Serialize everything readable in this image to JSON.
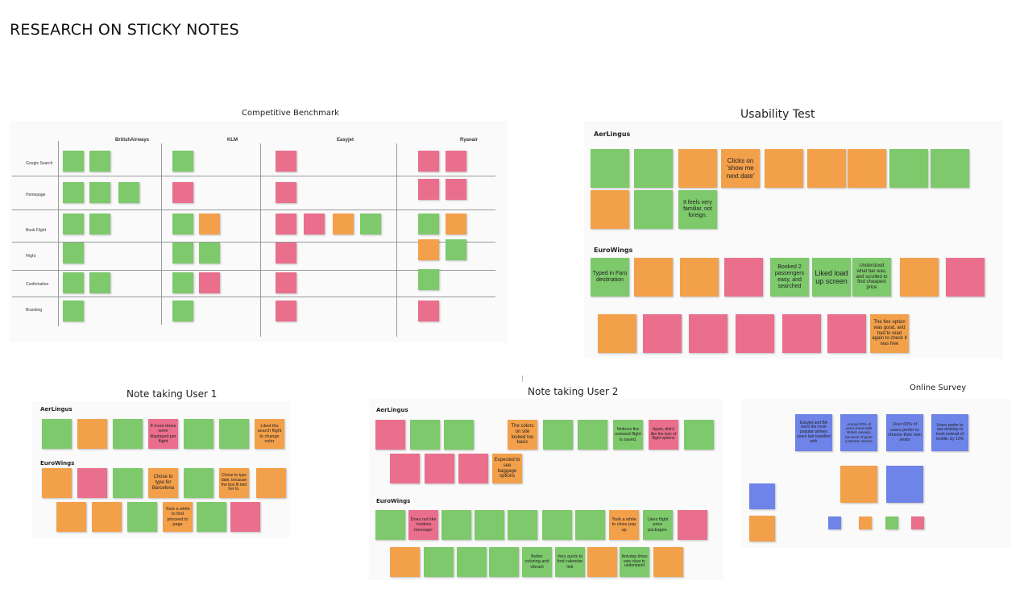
{
  "page_title": "RESEARCH ON STICKY NOTES",
  "benchmark": {
    "title": "Competitive Benchmark",
    "columns": [
      "BritishAirways",
      "KLM",
      "Easyjet",
      "Ryanair"
    ],
    "rows": [
      "Google Search",
      "Homepage",
      "Book Flight",
      "Flight",
      "Confirmation",
      "Branding"
    ]
  },
  "usability": {
    "title": "Usability Test",
    "groups": {
      "aer": "AerLingus",
      "euro": "EuroWings"
    },
    "notes": {
      "a1": "Clicks on 'show me next date'",
      "a2": "It feels very familiar, not foreign.",
      "e1": "Typed in Faro destination",
      "e2": "Booked 2 passengers easy, and searched",
      "e3": "Liked load up screen",
      "e4": "Understood what bar was, and scrolled to find cheapest price",
      "e5": "The flex option was good, and had to read again to check it was free"
    }
  },
  "user1": {
    "title": "Note taking User 1",
    "groups": {
      "aer": "AerLingus",
      "euro": "EuroWings"
    },
    "notes": {
      "n1": "If more times were displayed per flight",
      "n2": "Liked the search flight to change color",
      "n3": "Chose to type for Barcelona",
      "n4": "Chose to type date, because the box fit told her to.",
      "n5": "Took a while to find proceed to page"
    }
  },
  "user2": {
    "title": "Note taking User 2",
    "groups": {
      "aer": "AerLingus",
      "euro": "EuroWings"
    },
    "notes": {
      "n1": "The colors on site looked too basic",
      "n2": "Notices the outward flight is saved.",
      "n3": "Expected to see baggage options",
      "n4": "Again, didn't like the lack of flight options",
      "n5": "Does not like 'cookies message'",
      "n6": "Took a while to close pop up",
      "n7": "Likes flight price packages.",
      "n8": "Better coloring and vibrant",
      "n9": "Very quick to find calendar link",
      "n10": "Arrivdep times was clear to understand"
    }
  },
  "survey": {
    "title": "Online Survey",
    "notes": {
      "s1": "Easyjet and BA were the most popular airlines users last travelled with",
      "s2": "Around 30% of users travel with British Airways because of great customer service",
      "s3": "Over 60% of users prefer to choose their own seats",
      "s4": "Users prefer to use desktop to book instead of mobile, by 12%"
    }
  },
  "colors": {
    "green": "#7dc96c",
    "orange": "#f3a04b",
    "pink": "#ea6f8d",
    "blue": "#6f84e8"
  }
}
